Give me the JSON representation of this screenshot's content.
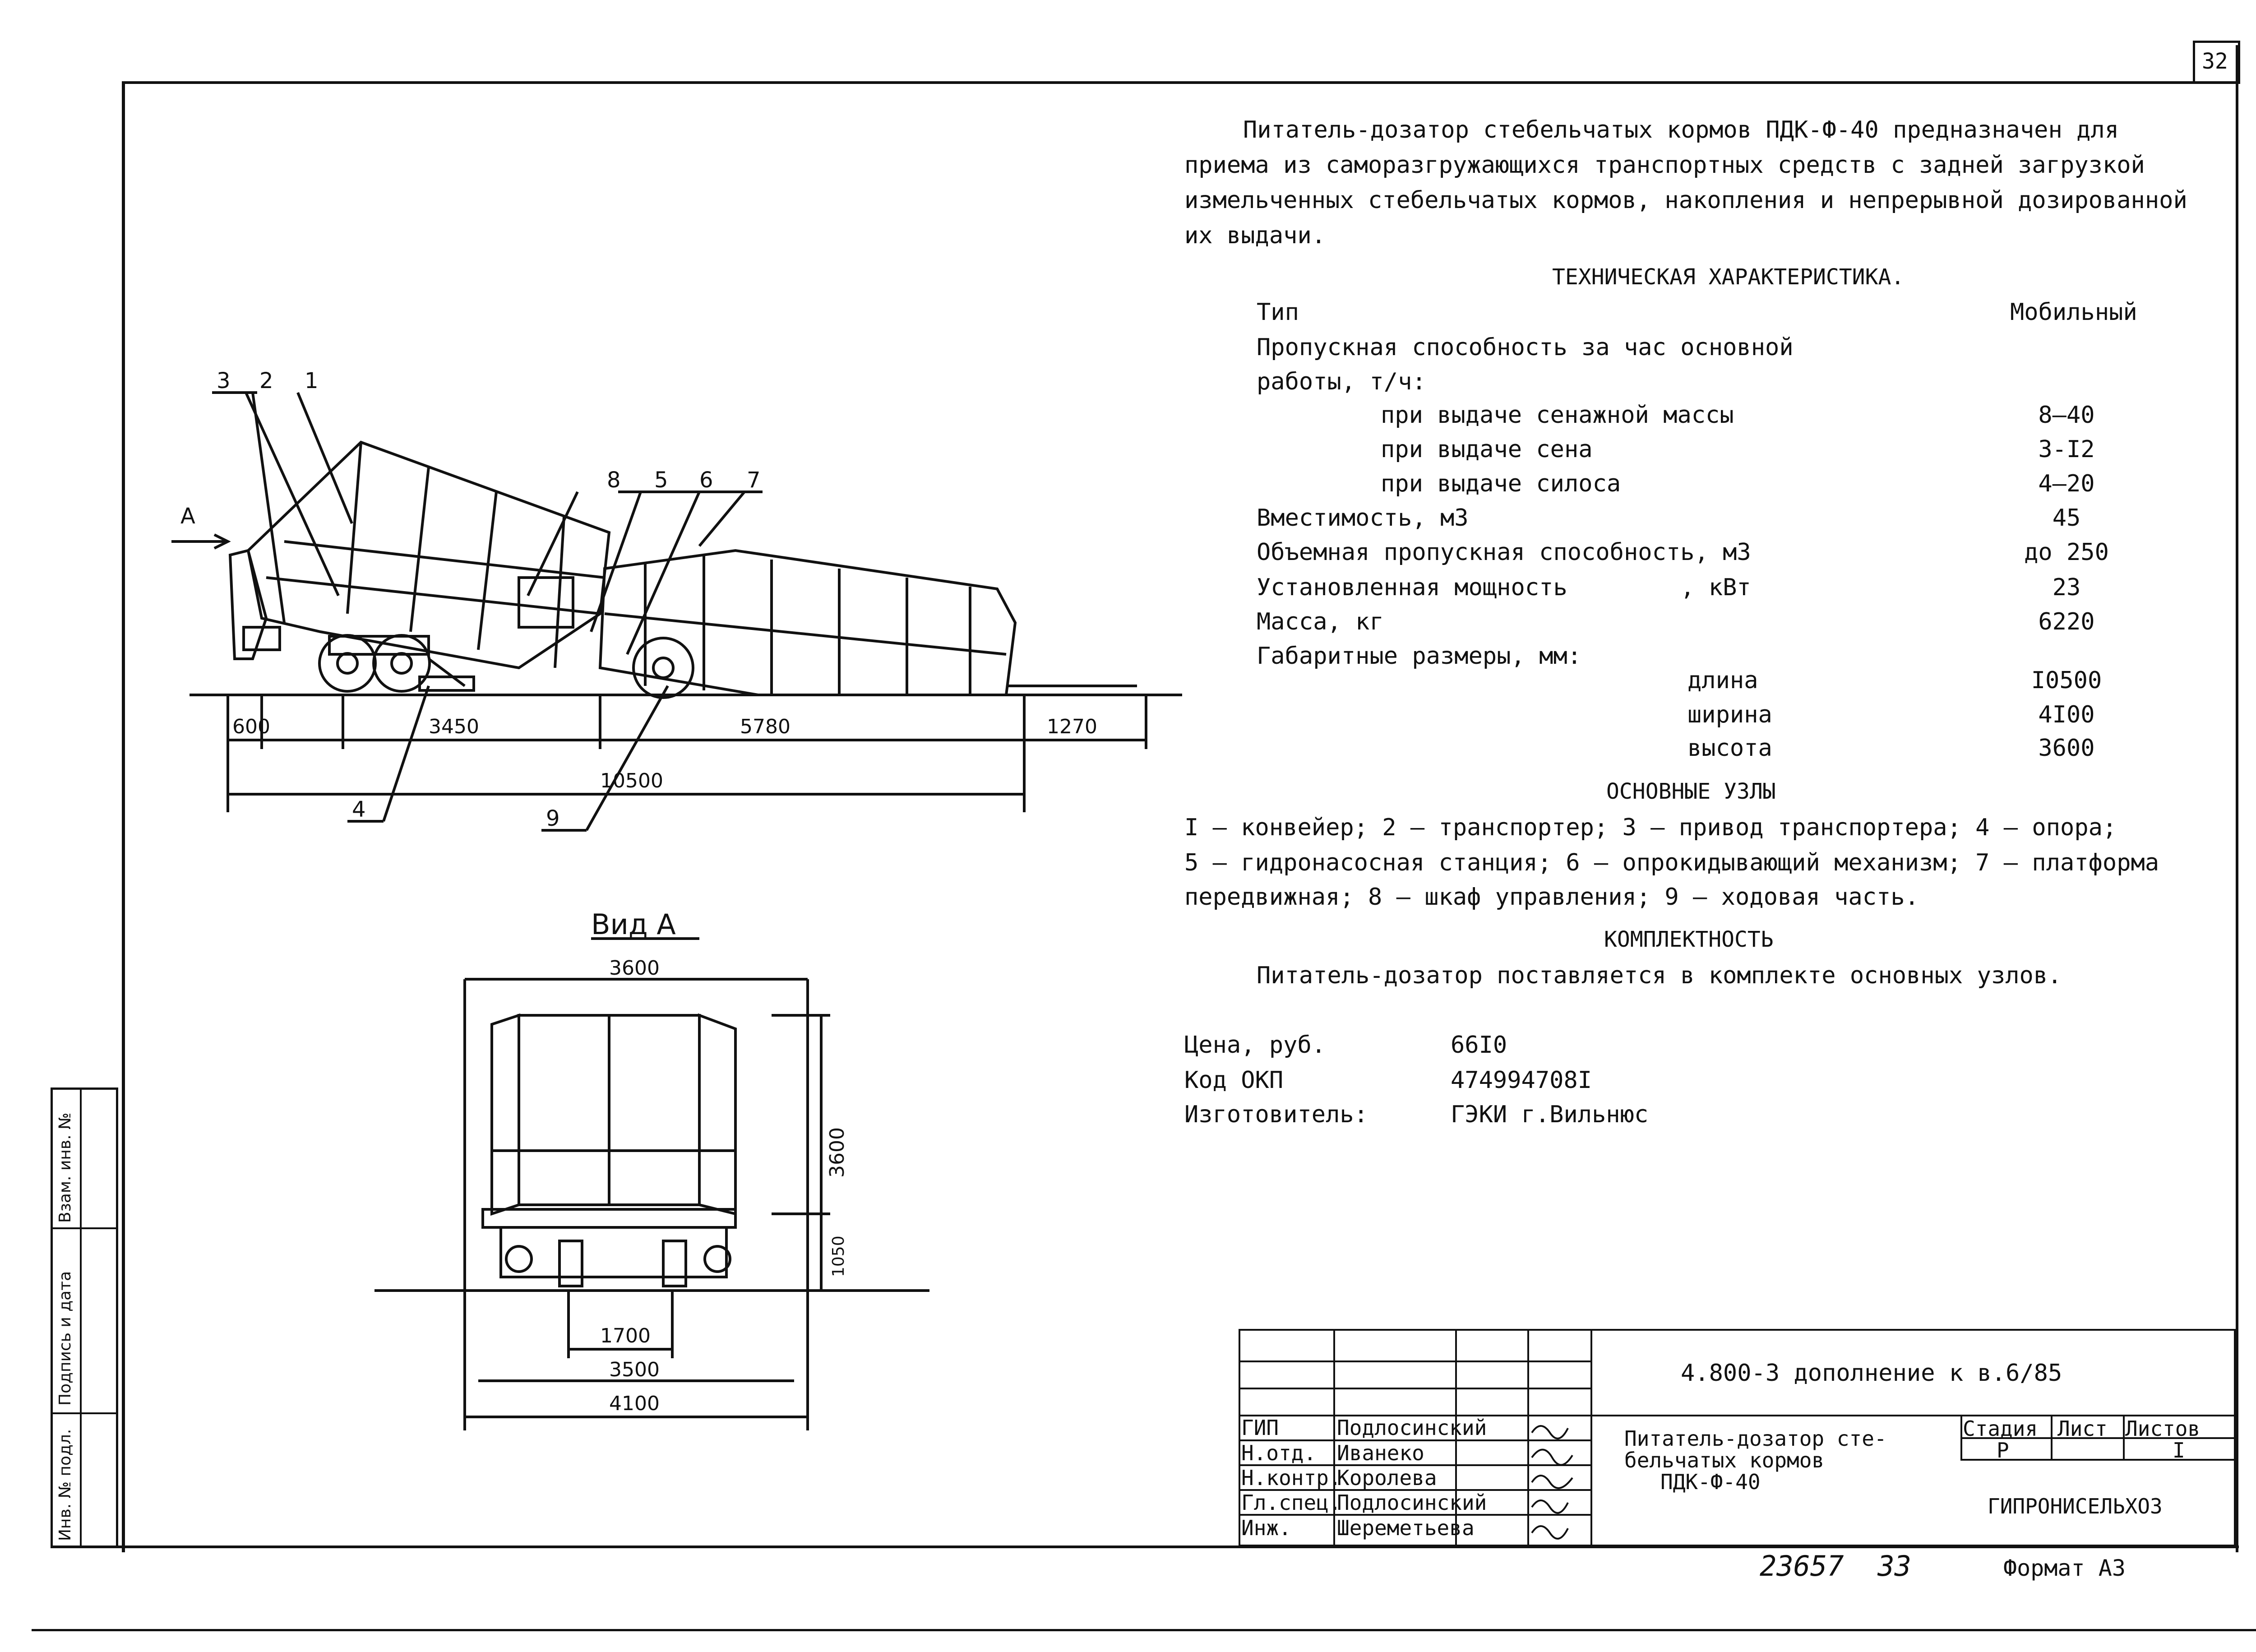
{
  "sheet": {
    "sheet_number": "32",
    "format": "Формат АЗ",
    "handwritten_number": "23657  33"
  },
  "description": {
    "intro_lines": [
      "Питатель-дозатор стебельчатых кормов ПДК-Ф-40 предназначен для",
      "приема из саморазгружающихся транспортных средств с задней загрузкой",
      "измельченных стебельчатых кормов, накопления и непрерывной дозированной",
      "их выдачи."
    ],
    "tech_heading": "ТЕХНИЧЕСКАЯ ХАРАКТЕРИСТИКА.",
    "specs": [
      {
        "label": "Тип",
        "value": "Мобильный"
      },
      {
        "label": "Пропускная способность за час основной",
        "value": ""
      },
      {
        "label": "работы, т/ч:",
        "value": ""
      },
      {
        "label": "при выдаче сенажной массы",
        "value": "8–40"
      },
      {
        "label": "при выдаче сена",
        "value": "3-I2"
      },
      {
        "label": "при выдаче силоса",
        "value": "4–20"
      },
      {
        "label": "Вместимость, м3",
        "value": "45"
      },
      {
        "label": "Объемная пропускная способность, м3",
        "value": "до 250"
      },
      {
        "label": "Установленная мощность        , кВт",
        "value": "23"
      },
      {
        "label": "Масса, кг",
        "value": "6220"
      },
      {
        "label": "Габаритные размеры, мм:",
        "value": ""
      },
      {
        "label": "длина",
        "value": "I0500"
      },
      {
        "label": "ширина",
        "value": "4I00"
      },
      {
        "label": "высота",
        "value": "3600"
      }
    ],
    "units_heading": "ОСНОВНЫЕ УЗЛЫ",
    "units_lines": [
      "I – конвейер; 2 – транспортер; 3 – привод транспортера; 4 – опора;",
      "5 – гидронасосная станция; 6 – опрокидывающий механизм; 7 – платформа",
      "передвижная; 8 – шкаф управления; 9 – ходовая часть."
    ],
    "completeness_heading": "КОМПЛЕКТНОСТЬ",
    "completeness_text": "Питатель-дозатор поставляется в комплекте основных узлов.",
    "price_label": "Цена, руб.",
    "price_value": "66I0",
    "okp_label": "Код ОКП",
    "okp_value": "474994708I",
    "maker_label": "Изготовитель:",
    "maker_value": "ГЭКИ г.Вильнюс"
  },
  "drawing_side": {
    "arrow_label": "А",
    "callouts": [
      "3",
      "2",
      "1",
      "8",
      "5",
      "6",
      "7",
      "4",
      "9"
    ],
    "dims": [
      "600",
      "3450",
      "5780",
      "1270",
      "10500"
    ]
  },
  "drawing_front": {
    "title": "Вид А",
    "dims": [
      "3600",
      "3600",
      "1050",
      "1700",
      "3500",
      "4100"
    ]
  },
  "title_block": {
    "doc_code": "4.800-3  дополнение к в.6/85",
    "doc_title_lines": [
      "Питатель-дозатор сте-",
      "бельчатых кормов",
      "ПДК-Ф-40"
    ],
    "stage_header": "Стадия",
    "sheet_header": "Лист",
    "sheets_header": "Листов",
    "stage_value": "Р",
    "sheet_value": "",
    "sheets_value": "I",
    "org": "ГИПРОНИСЕЛЬХОЗ",
    "signers": [
      {
        "role": "ГИП",
        "name": "Подлосинский"
      },
      {
        "role": "Н.отд.",
        "name": "Иванеко"
      },
      {
        "role": "Н.контр.",
        "name": "Королева"
      },
      {
        "role": "Гл.спец.",
        "name": "Подлосинский"
      },
      {
        "role": "Инж.",
        "name": "Шереметьева"
      }
    ]
  },
  "side_stamp": {
    "labels": [
      "Инв. № подл.",
      "Подпись и дата",
      "Взам. инв. №"
    ]
  }
}
